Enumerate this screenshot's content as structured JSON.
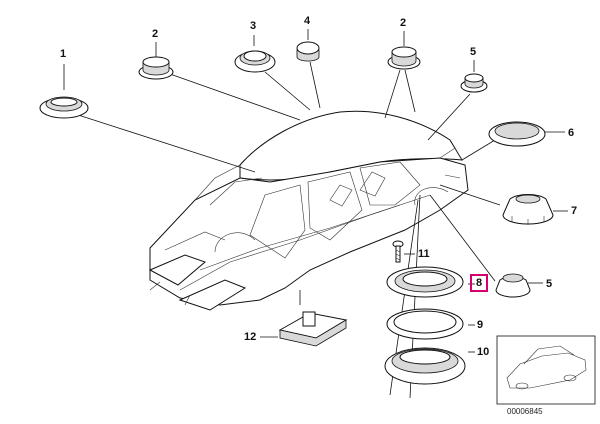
{
  "callouts": {
    "c1": "1",
    "c2a": "2",
    "c3": "3",
    "c4": "4",
    "c2b": "2",
    "c5a": "5",
    "c6": "6",
    "c7": "7",
    "c11": "11",
    "c8": "8",
    "c5b": "5",
    "c9": "9",
    "c12": "12",
    "c10": "10"
  },
  "reference_number": "00006845",
  "highlight_color": "#d4006e",
  "icons": {
    "main": "car-body-shell-icon",
    "thumb": "car-thumbnail-icon"
  }
}
